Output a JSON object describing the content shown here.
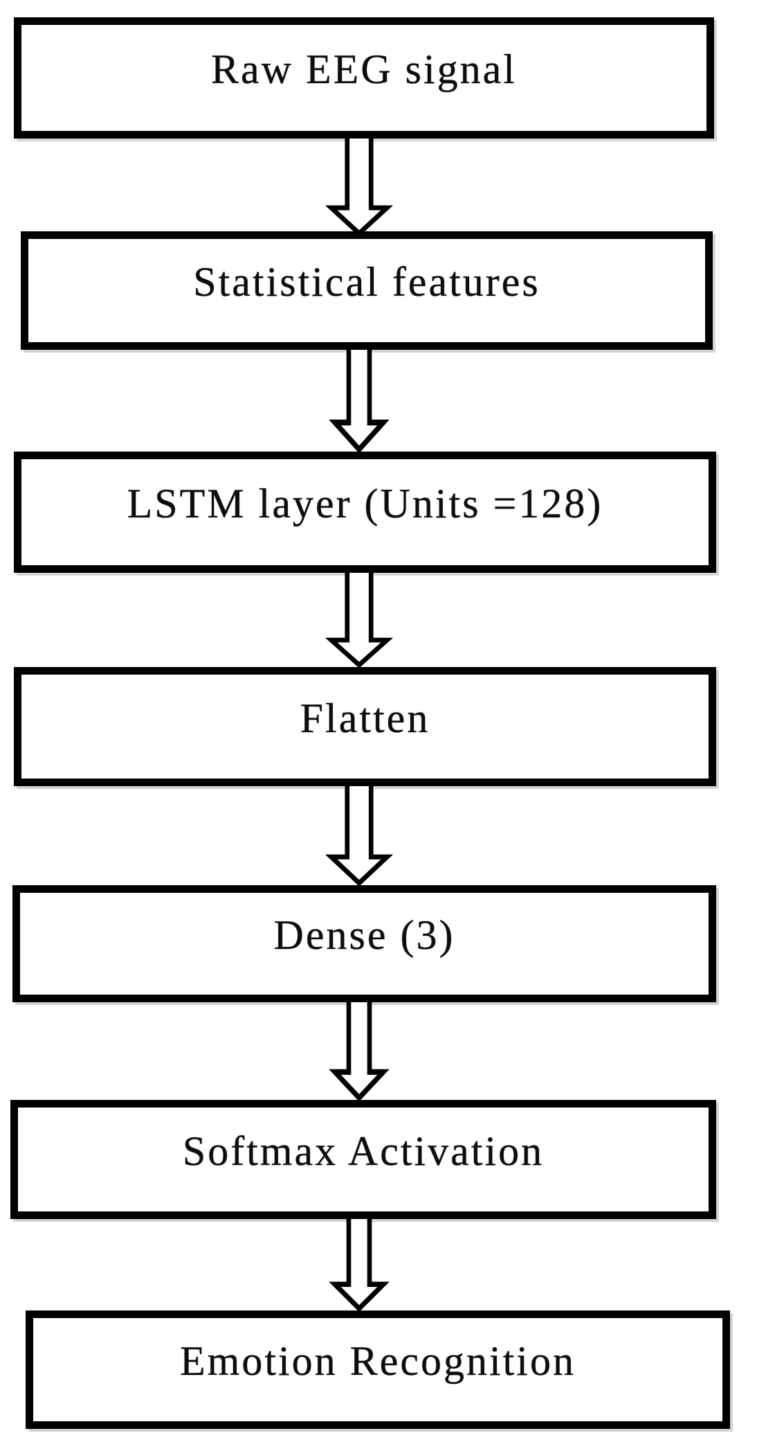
{
  "diagram": {
    "type": "flowchart",
    "direction": "top-down",
    "connector_style": "hollow-double-line-down-arrow",
    "nodes": [
      {
        "id": "raw-eeg-signal",
        "label": "Raw EEG signal"
      },
      {
        "id": "statistical-features",
        "label": "Statistical features"
      },
      {
        "id": "lstm-layer",
        "label": "LSTM layer (Units =128)"
      },
      {
        "id": "flatten",
        "label": "Flatten"
      },
      {
        "id": "dense-3",
        "label": "Dense (3)"
      },
      {
        "id": "softmax-activation",
        "label": "Softmax Activation"
      },
      {
        "id": "emotion-recognition",
        "label": "Emotion Recognition"
      }
    ],
    "edges": [
      {
        "from": "raw-eeg-signal",
        "to": "statistical-features"
      },
      {
        "from": "statistical-features",
        "to": "lstm-layer"
      },
      {
        "from": "lstm-layer",
        "to": "flatten"
      },
      {
        "from": "flatten",
        "to": "dense-3"
      },
      {
        "from": "dense-3",
        "to": "softmax-activation"
      },
      {
        "from": "softmax-activation",
        "to": "emotion-recognition"
      }
    ],
    "colors": {
      "background": "#ffffff",
      "box_border": "#000000",
      "text": "#0d0d0d"
    }
  }
}
